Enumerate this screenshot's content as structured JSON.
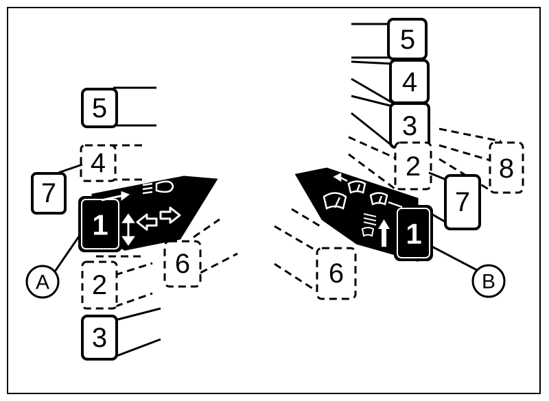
{
  "labels": {
    "A": "A",
    "B": "B"
  },
  "switch_a": {
    "main": "1",
    "positions": [
      "5",
      "4",
      "7",
      "2",
      "3",
      "6"
    ]
  },
  "switch_b": {
    "main": "1",
    "positions": [
      "5",
      "4",
      "3",
      "2",
      "8",
      "7",
      "6"
    ]
  },
  "icons": {
    "switch_a": [
      "up-down-arrow-icon",
      "left-arrow-icon",
      "right-arrow-icon",
      "headlight-icon"
    ],
    "switch_b": [
      "windshield-wiper-icon",
      "washer-icon",
      "up-arrow-icon",
      "wiper-interval-icon"
    ]
  }
}
